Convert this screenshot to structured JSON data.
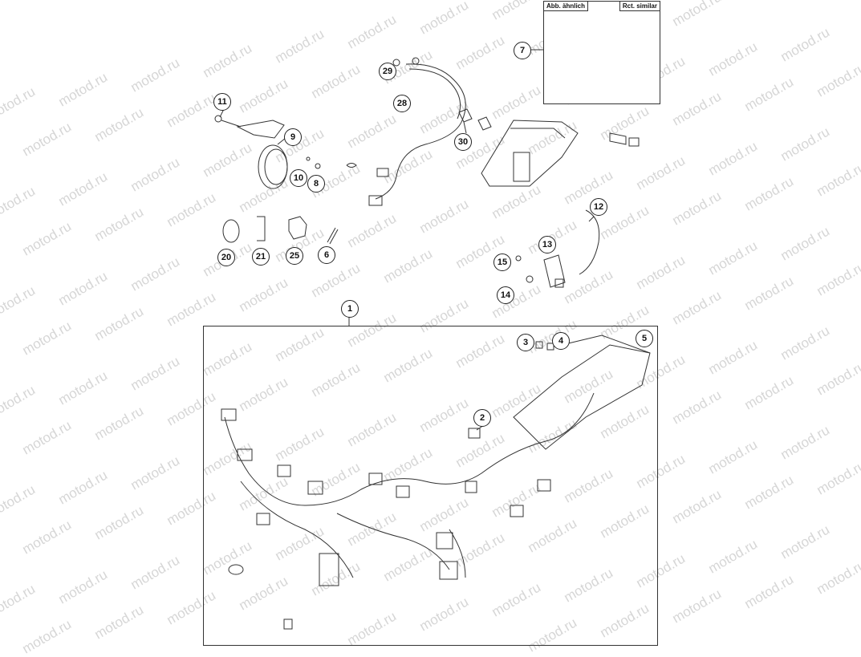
{
  "watermark": "motod.ru",
  "inset": {
    "label_left": "Abb. ähnlich",
    "label_right": "Rct. similar"
  },
  "callouts": {
    "c1": "1",
    "c2": "2",
    "c3": "3",
    "c4": "4",
    "c5": "5",
    "c6": "6",
    "c7": "7",
    "c8": "8",
    "c9": "9",
    "c10": "10",
    "c11": "11",
    "c12": "12",
    "c13": "13",
    "c14": "14",
    "c15": "15",
    "c20": "20",
    "c21": "21",
    "c25": "25",
    "c28": "28",
    "c29": "29",
    "c30": "30"
  },
  "colors": {
    "line": "#333333",
    "watermark": "#d6d6d6",
    "background": "#ffffff"
  }
}
